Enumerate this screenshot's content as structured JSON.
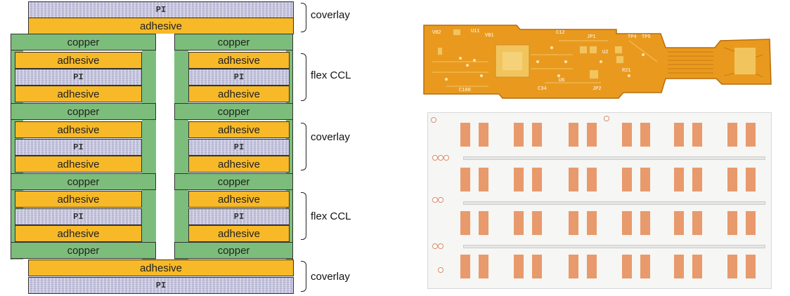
{
  "stackup": {
    "layers": {
      "pi": "PI",
      "adhesive": "adhesive",
      "copper": "copper"
    },
    "callouts": {
      "coverlay_top": "coverlay",
      "flex_ccl_1": "flex CCL",
      "coverlay_mid": "coverlay",
      "flex_ccl_2": "flex CCL",
      "coverlay_bottom": "coverlay"
    }
  },
  "colors": {
    "adhesive": "#f7b928",
    "copper_layer": "#7dbd7b",
    "polyimide": "#c3c3dc",
    "flex_pcb": "#e99a1e",
    "copper_pad": "#e89a6c"
  },
  "photo_top": {
    "component_labels": [
      "VB2",
      "U11",
      "VB1",
      "C12",
      "JP1",
      "TP4",
      "TP5",
      "U2",
      "R21",
      "JP2",
      "C100",
      "C34",
      "U6"
    ]
  }
}
